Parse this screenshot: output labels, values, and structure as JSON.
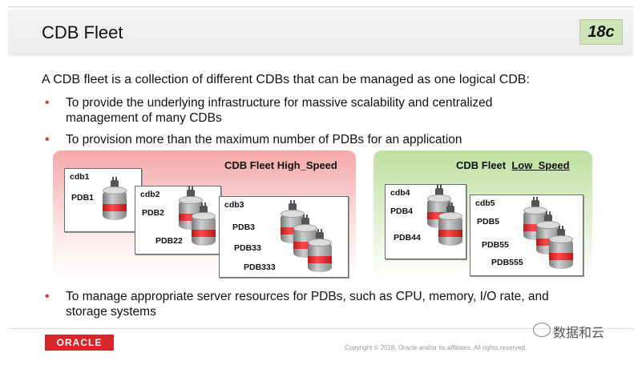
{
  "slide": {
    "title": "CDB Fleet",
    "badge": "18c",
    "lead": "A CDB fleet is a collection of different CDBs that can be managed as one logical CDB:",
    "bullets": [
      "To provide the underlying infrastructure for massive scalability and centralized",
      "management of many CDBs",
      "To provision more than the maximum number of PDBs for an application",
      "To manage appropriate server resources for PDBs, such as CPU, memory, I/O rate, and",
      "storage systems"
    ],
    "bullet_marker": "•"
  },
  "fleets": {
    "high": {
      "title": "CDB Fleet High_Speed",
      "cdbs": [
        {
          "name": "cdb1",
          "pdbs": [
            "PDB1"
          ]
        },
        {
          "name": "cdb2",
          "pdbs": [
            "PDB2",
            "PDB22"
          ]
        },
        {
          "name": "cdb3",
          "pdbs": [
            "PDB3",
            "PDB33",
            "PDB333"
          ]
        }
      ]
    },
    "low": {
      "title_prefix": "CDB Fleet",
      "title_underlined": "Low_Speed",
      "cdbs": [
        {
          "name": "cdb4",
          "pdbs": [
            "PDB4",
            "PDB44"
          ]
        },
        {
          "name": "cdb5",
          "pdbs": [
            "PDB5",
            "PDB55",
            "PDB555"
          ]
        }
      ]
    }
  },
  "footer": {
    "logo": "ORACLE",
    "copyright": "Copyright © 2018, Oracle and/or its affiliates. All rights reserved.",
    "watermark": "数据和云"
  },
  "colors": {
    "accent_red": "#c74634",
    "badge_green": "#cfe3b8",
    "oracle_red": "#d3272a"
  }
}
